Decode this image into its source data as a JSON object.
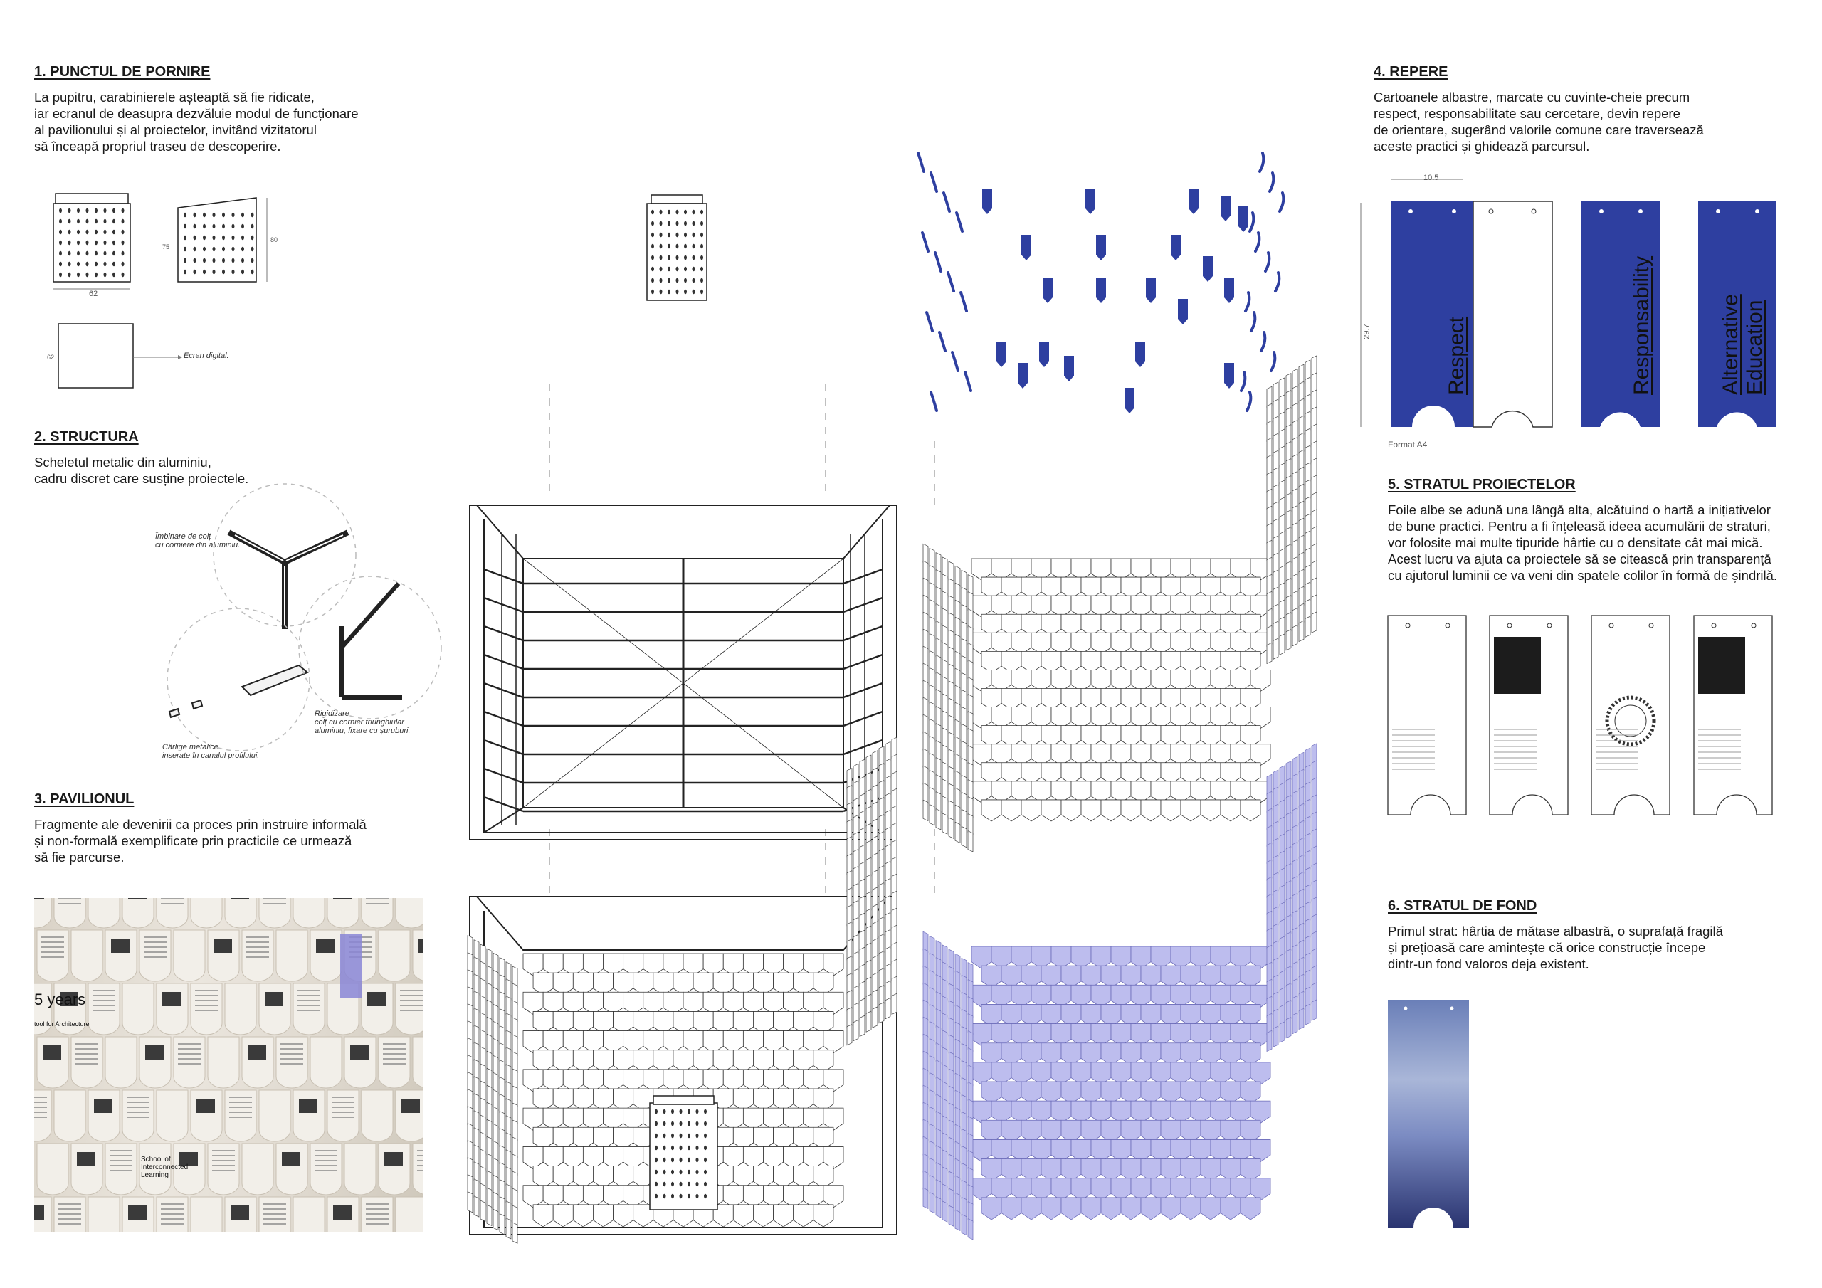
{
  "sections": [
    {
      "title": "1. PUNCTUL DE PORNIRE",
      "body": "La pupitru, carabinierele așteaptă să fie ridicate,\niar ecranul de deasupra dezvăluie modul de funcționare\nal pavilionului și al proiectelor, invitând vizitatorul\nsă înceapă propriul traseu de descoperire."
    },
    {
      "title": "2. STRUCTURA",
      "body": "Scheletul metalic din aluminiu,\ncadru discret care susține proiectele."
    },
    {
      "title": "3. PAVILIONUL",
      "body": "Fragmente ale devenirii ca proces prin instruire informală\nși non-formală exemplificate prin practicile ce urmează\nsă fie parcurse."
    },
    {
      "title": "4. REPERE",
      "body": "Cartoanele albastre, marcate cu cuvinte-cheie precum\nrespect, responsabilitate sau cercetare, devin repere\nde orientare, sugerând valorile comune care traversează\naceste practici și ghidează parcursul."
    },
    {
      "title": "5. STRATUL PROIECTELOR",
      "body": "Foile albe se adună una lângă alta, alcătuind o hartă a inițiativelor\nde bune practici. Pentru a fi înțeleasă ideea acumulării de straturi,\nvor folosite mai multe tipuride hârtie cu o densitate cât mai mică.\nAcest lucru va ajuta ca proiectele să se citească prin transparență\ncu ajutorul luminii ce va veni din spatele colilor în formă de șindrilă."
    },
    {
      "title": "6. STRATUL DE FOND",
      "body": "Primul strat: hârtia de mătase albastră, o suprafață fragilă\nși prețioasă care amintește că orice construcție începe\ndintr-un fond valoros deja existent."
    }
  ],
  "annotations": {
    "screen": "Ecran digital.",
    "corner_joint": "Îmbinare de colț\ncu corniere din aluminiu.",
    "hooks": "Cârlige metalice\ninserate în canalul profilului.",
    "stiffening": "Rigidizare\ncolț cu cornier triunghiular\naluminiu, fixare cu șuruburi."
  },
  "dimensions": {
    "desk_w": "62",
    "desk_h": "80",
    "desk_side": "75",
    "desk_d": "62",
    "card_w": "10.5",
    "card_h": "29.7",
    "format": "Format A4"
  },
  "cards": [
    "Respect",
    "Responsability",
    "Alternative\nEducation"
  ],
  "photo_text": {
    "years": "5 years",
    "sub": "tool for Architecture",
    "card": "School of Interconnected Learning"
  },
  "colors": {
    "accent": "#2e3fa0",
    "lavender": "#b8b8ea",
    "paper": "#ece7df",
    "ink": "#1a1a1a"
  }
}
